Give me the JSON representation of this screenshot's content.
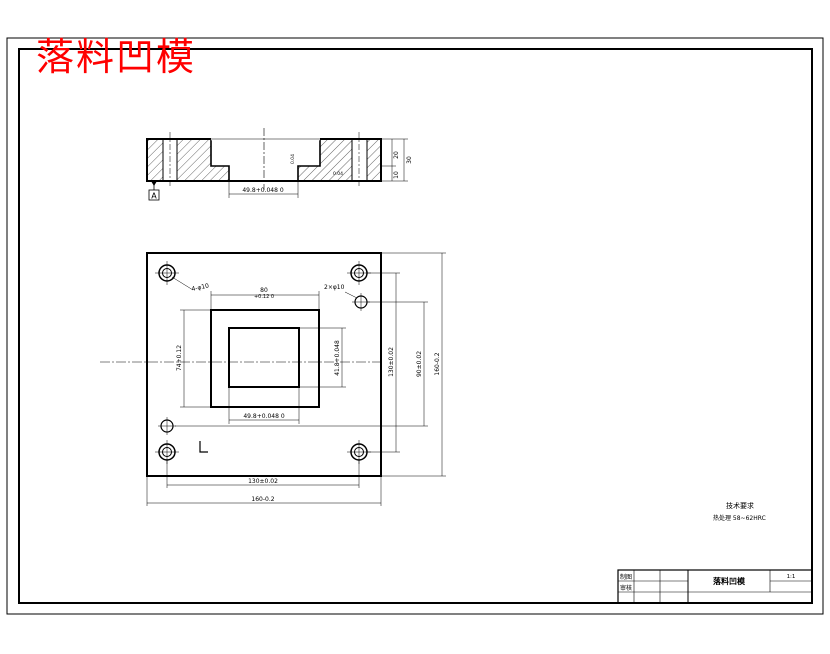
{
  "drawing_title": "落料凹模",
  "tech_requirements": {
    "heading": "技术要求",
    "line1": "热处理 58~62HRC"
  },
  "title_block": {
    "part_name": "落料凹模",
    "scale": "1:1",
    "row1_label": "制图",
    "row2_label": "审核"
  },
  "datum_label": "A",
  "section_view": {
    "dim_bottom": "49.8+0.048 0",
    "dim_right_1": "20",
    "dim_right_2": "30",
    "dim_right_3": "10",
    "annot_small_1": "0.04",
    "annot_small_2": "0.04"
  },
  "plan_view": {
    "dim_top_opening": "80",
    "dim_top_tol": "+0.12 0",
    "dim_hole_note_left": "4-φ10",
    "dim_hole_note_right": "2×φ10",
    "dim_left_vertical": "74+0.12",
    "dim_inner_vertical": "41.8+0.048",
    "dim_inner_bottom": "49.8+0.048 0",
    "dim_right_130": "130±0.02",
    "dim_right_90": "90±0.02",
    "dim_right_160": "160-0.2",
    "dim_bottom_130": "130±0.02",
    "dim_bottom_160": "160-0.2"
  }
}
